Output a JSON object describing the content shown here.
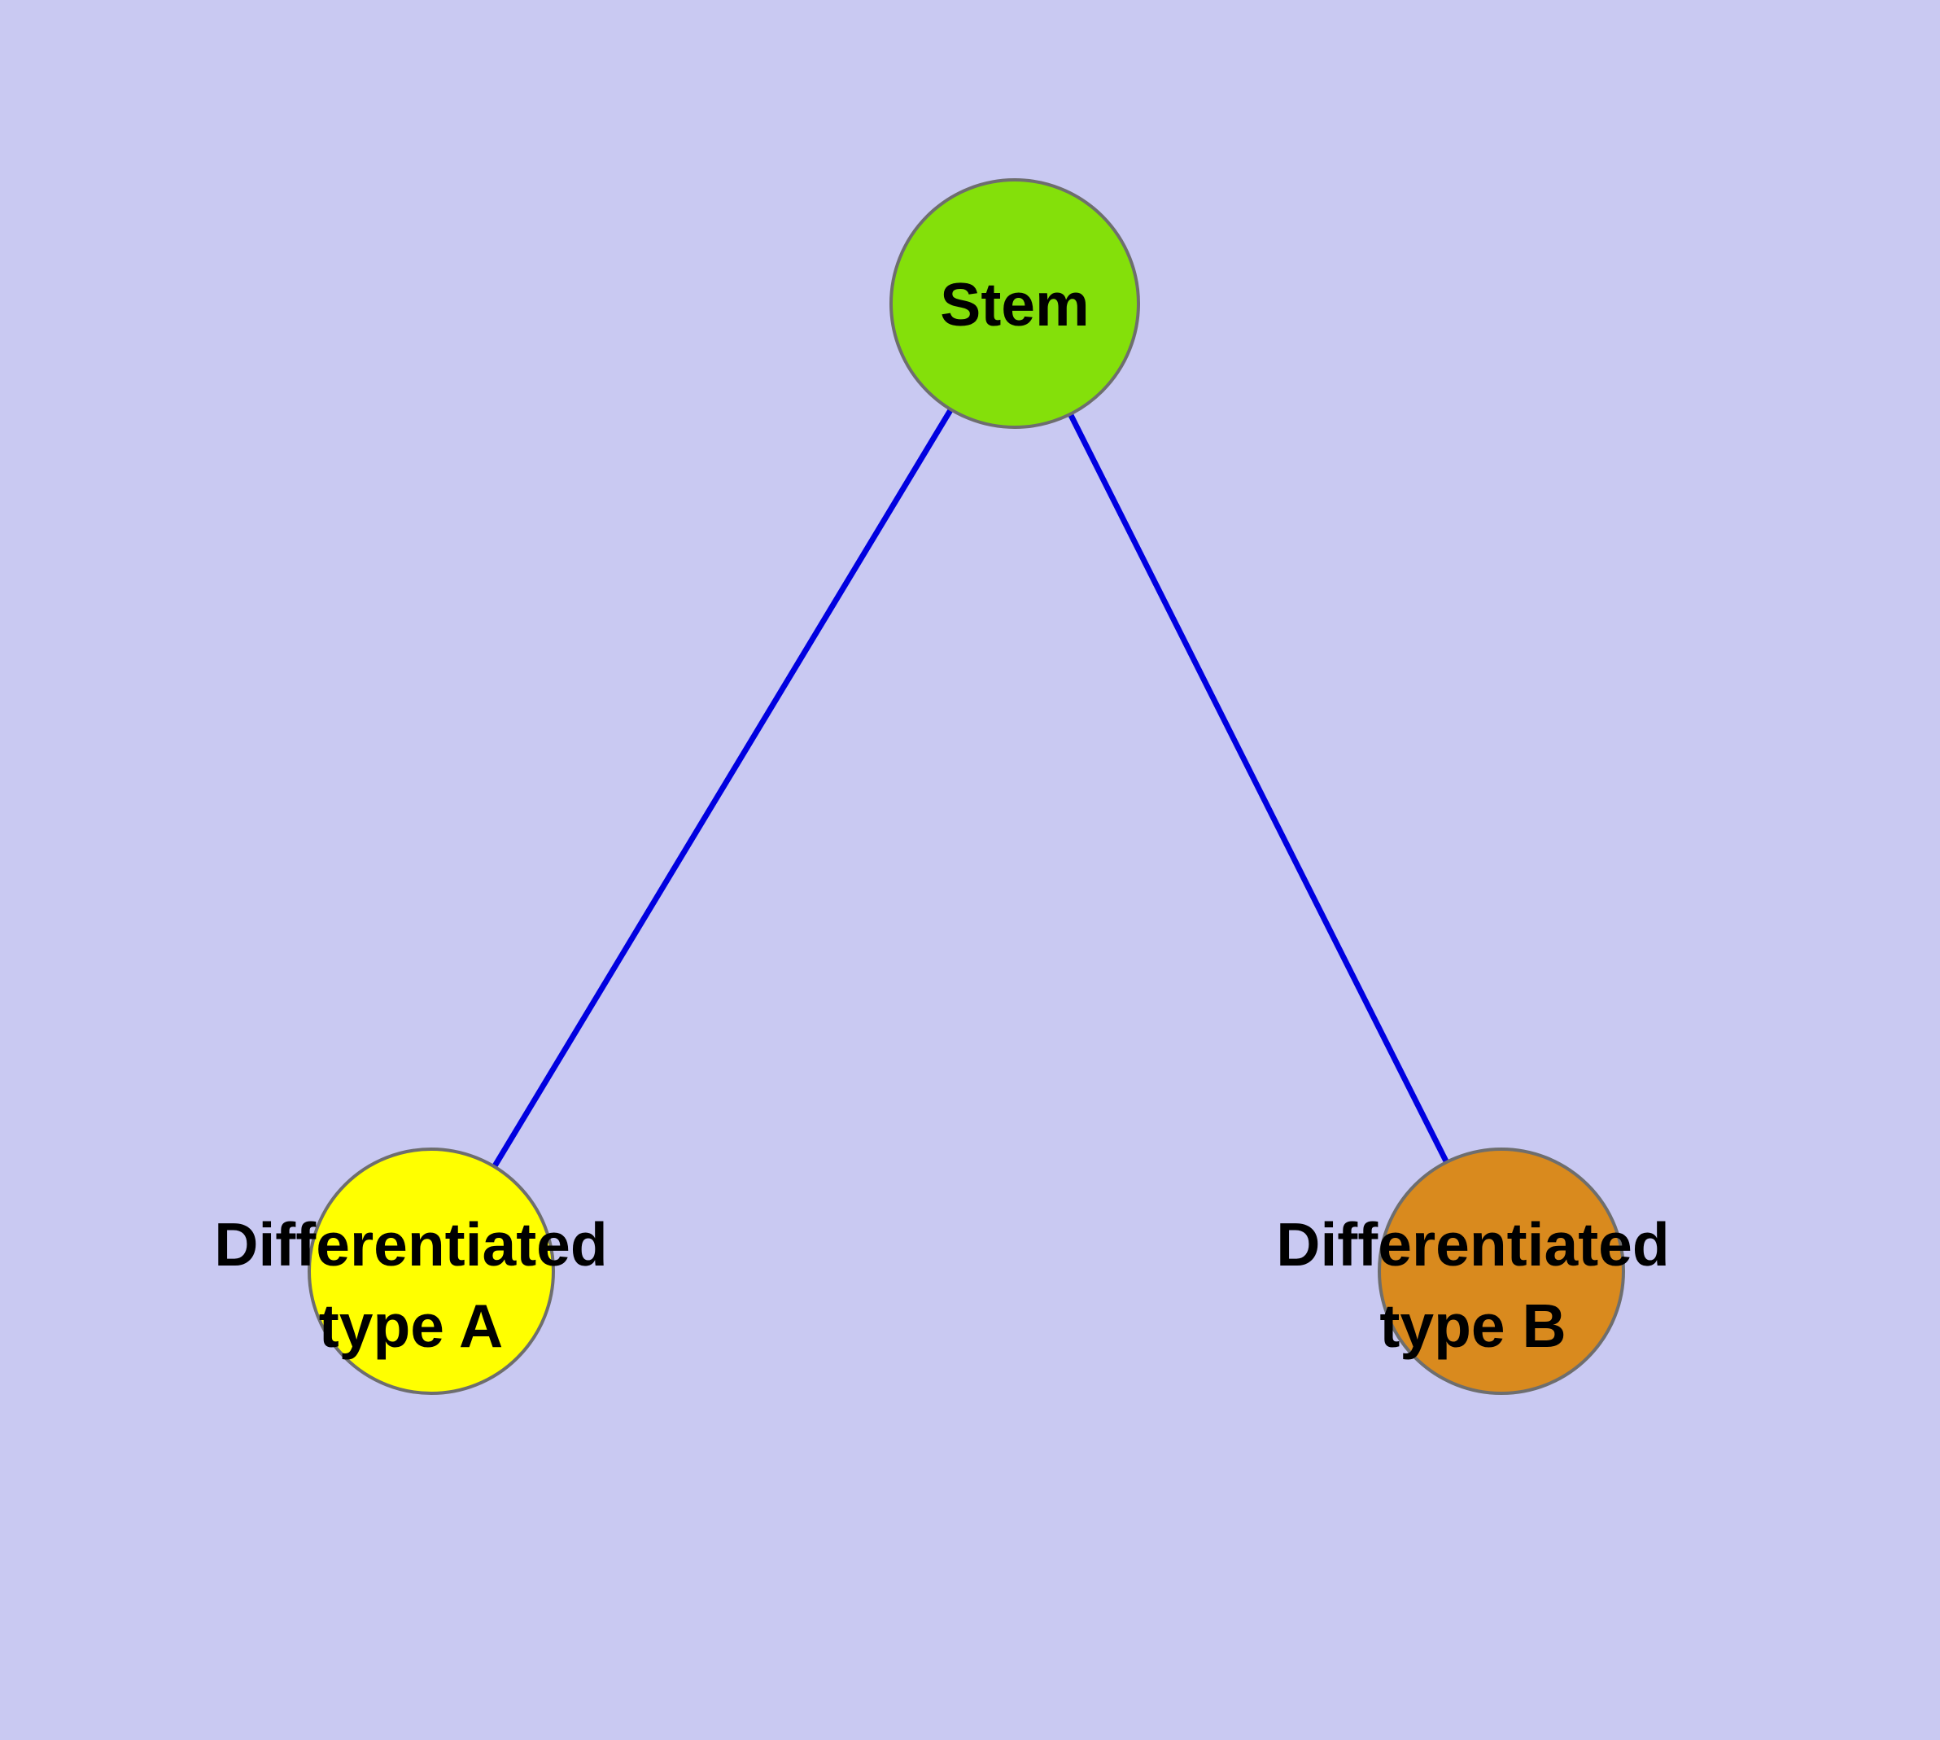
{
  "diagram": {
    "type": "graph",
    "description": "Stem cell differentiation tree: a stem node with edges to two differentiated cell type nodes",
    "background_color": "#c9c9f2",
    "edge_color": "#0000e0",
    "node_stroke_color": "#6e6e6e",
    "nodes": {
      "stem": {
        "id": "stem",
        "label": "Stem",
        "color": "#84e00a"
      },
      "type_a": {
        "id": "type_a",
        "label_line1": "Differentiated",
        "label_line2": "type A",
        "color": "#ffff00"
      },
      "type_b": {
        "id": "type_b",
        "label_line1": "Differentiated",
        "label_line2": "type B",
        "color": "#d98a1e"
      }
    },
    "edges": [
      {
        "from": "Stem",
        "to": "Differentiated type A"
      },
      {
        "from": "Stem",
        "to": "Differentiated type B"
      }
    ]
  }
}
